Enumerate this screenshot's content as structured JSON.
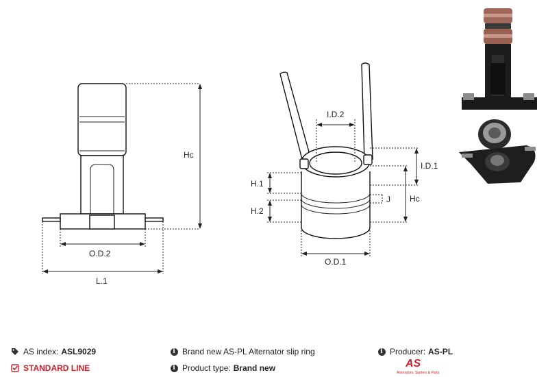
{
  "diagram": {
    "labels": {
      "hc_left": "Hc",
      "od2": "O.D.2",
      "l1": "L.1",
      "id2": "I.D.2",
      "id1": "I.D.1",
      "h1": "H.1",
      "h2": "H.2",
      "j": "J",
      "hc_right": "Hc",
      "od1": "O.D.1"
    }
  },
  "footer": {
    "as_index_label": "AS index:",
    "as_index_value": "ASL9029",
    "standard_line": "STANDARD LINE",
    "description": "Brand new AS-PL Alternator slip ring",
    "product_type_label": "Product type:",
    "product_type_value": "Brand new",
    "producer_label": "Producer:",
    "producer_value": "AS-PL",
    "logo_mark": "AS",
    "logo_subtitle": "Alternators, Starters & Parts"
  },
  "colors": {
    "accent": "#d0202a",
    "copper": "#a0675a"
  },
  "icons": {
    "as_index": "tag-icon",
    "standard_line": "check-square-icon",
    "info": "info-circle-icon"
  }
}
